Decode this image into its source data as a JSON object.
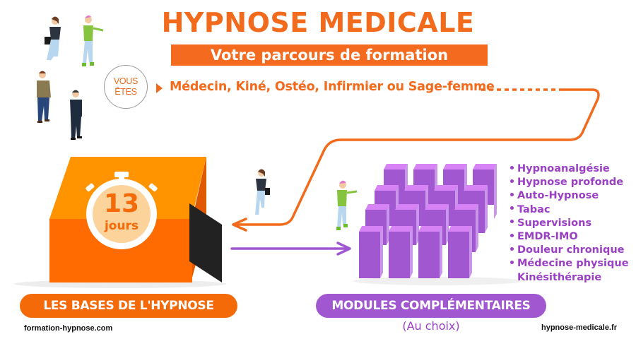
{
  "header": {
    "title": "HYPNOSE MEDICALE",
    "subtitle": "Votre parcours de formation"
  },
  "intro": {
    "badge_line1": "VOUS",
    "badge_line2": "ÊTES",
    "professions": "Médecin, Kiné, Ostéo, Infirmier ou Sage-femme"
  },
  "base_training": {
    "duration_number": "13",
    "duration_unit": "jours",
    "label": "LES BASES DE L'HYPNOSE"
  },
  "modules": {
    "label": "MODULES COMPLÉMENTAIRES",
    "note": "(Au choix)",
    "items": [
      "Hypnoanalgésie",
      "Hypnose profonde",
      "Auto-Hypnose",
      "Tabac",
      "Supervisions",
      "EMDR-IMO",
      "Douleur chronique",
      "Médecine physique"
    ],
    "item_continuation": "Kinésithérapie"
  },
  "footer": {
    "left": "formation-hypnose.com",
    "right": "hypnose-medicale.fr"
  },
  "colors": {
    "orange": "#f26a1b",
    "orange_light": "#ff9400",
    "orange_dark": "#f56a08",
    "purple": "#a157d0",
    "purple_text": "#9b3fc4",
    "box_side": "#e05800",
    "timer_face": "#fcd39b"
  }
}
